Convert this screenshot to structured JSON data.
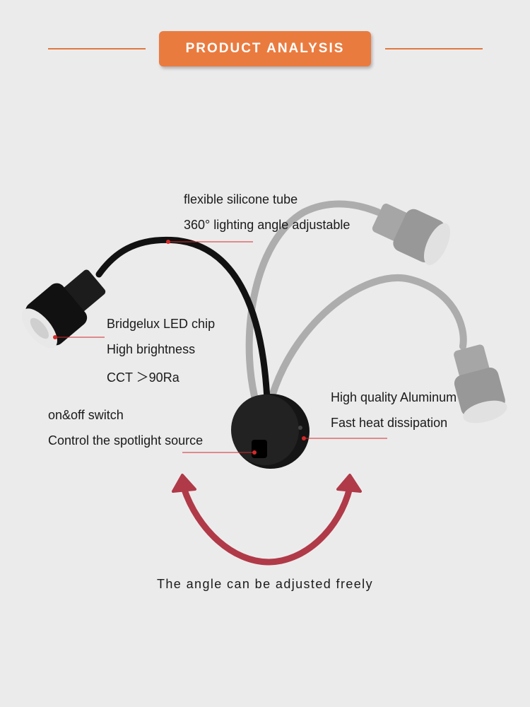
{
  "header": {
    "title": "PRODUCT ANALYSIS"
  },
  "labels": {
    "tube_line1": "flexible silicone tube",
    "tube_line2": "360° lighting angle adjustable",
    "chip_line1": "Bridgelux LED chip",
    "chip_line2": "High brightness",
    "chip_line3": "CCT ＞90Ra",
    "body_line1": "High quality Aluminum",
    "body_line2": "Fast heat dissipation",
    "switch_line1": "on&off switch",
    "switch_line2": "Control the spotlight source"
  },
  "caption": "The angle can be adjusted freely",
  "colors": {
    "accent": "#ea7b3f",
    "arrow": "#b03a48",
    "pointer": "#d42a2a",
    "background": "#ecebec"
  }
}
